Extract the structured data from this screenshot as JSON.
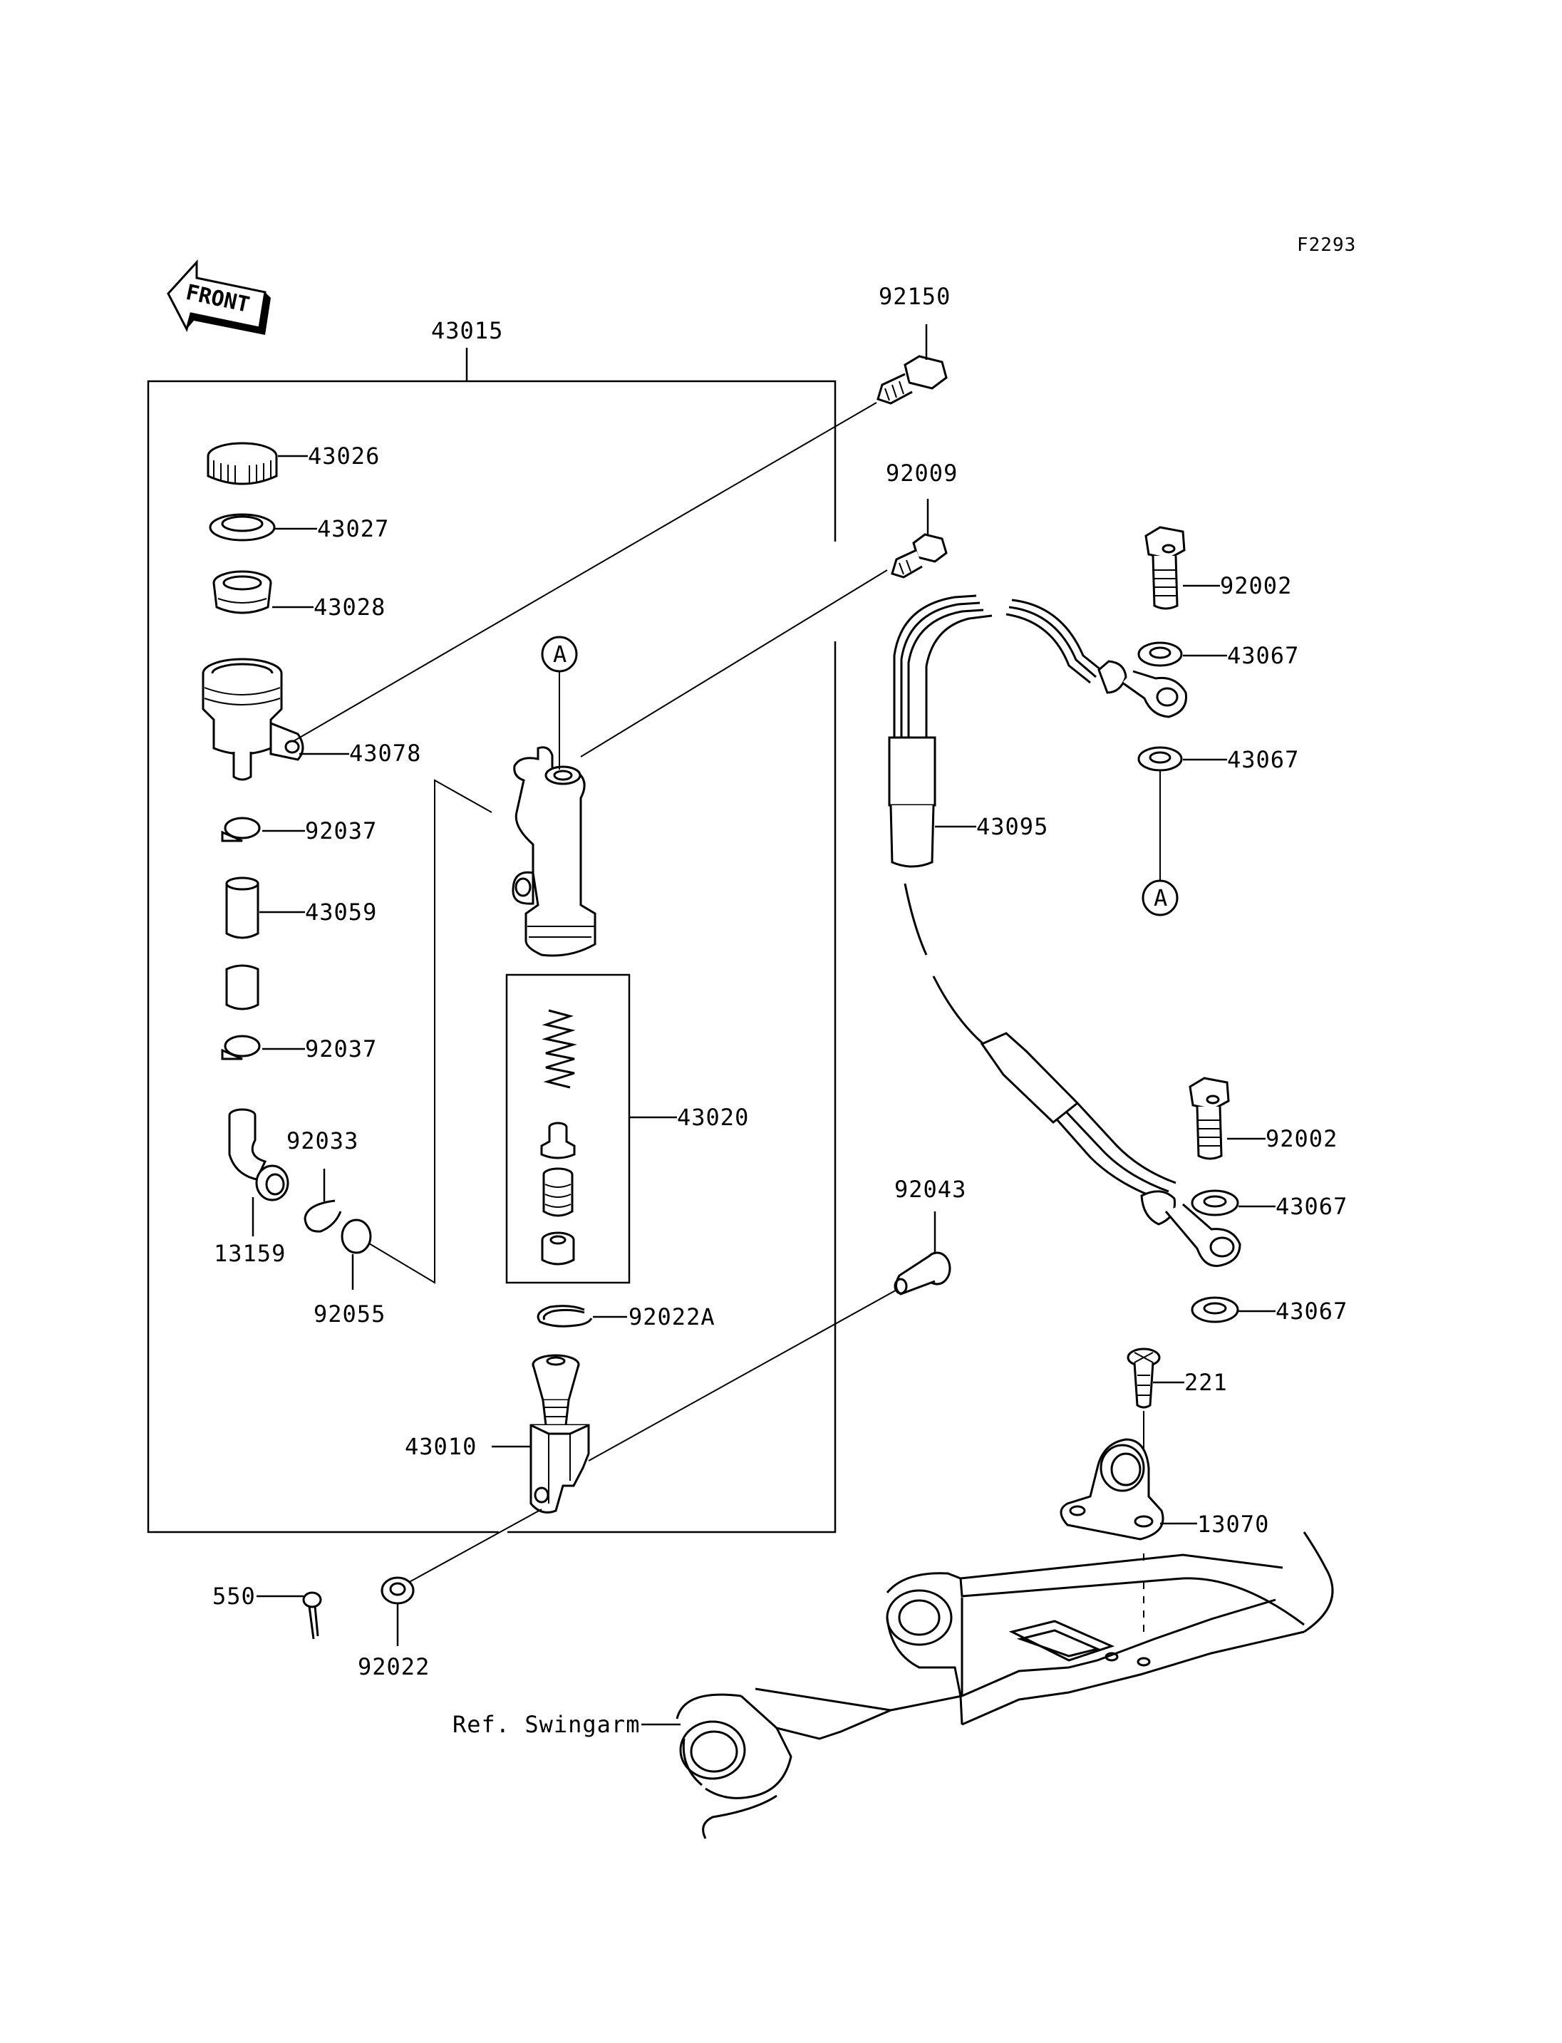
{
  "figure_code": "F2293",
  "front_label": "FRONT",
  "labels": {
    "p43015": "43015",
    "p92150": "92150",
    "p92009": "92009",
    "p43026": "43026",
    "p43027": "43027",
    "p43028": "43028",
    "p43078": "43078",
    "p92037a": "92037",
    "p43059": "43059",
    "p92037b": "92037",
    "p92033": "92033",
    "p13159": "13159",
    "p92055": "92055",
    "p43020": "43020",
    "p92022A": "92022A",
    "p43010": "43010",
    "p550": "550",
    "p92022": "92022",
    "p92043": "92043",
    "p92002a": "92002",
    "p43067a": "43067",
    "p43067b": "43067",
    "p43095": "43095",
    "p92002b": "92002",
    "p43067c": "43067",
    "p43067d": "43067",
    "p221": "221",
    "p13070": "13070",
    "ref_swingarm": "Ref. Swingarm",
    "marker_a1": "A",
    "marker_a2": "A"
  }
}
